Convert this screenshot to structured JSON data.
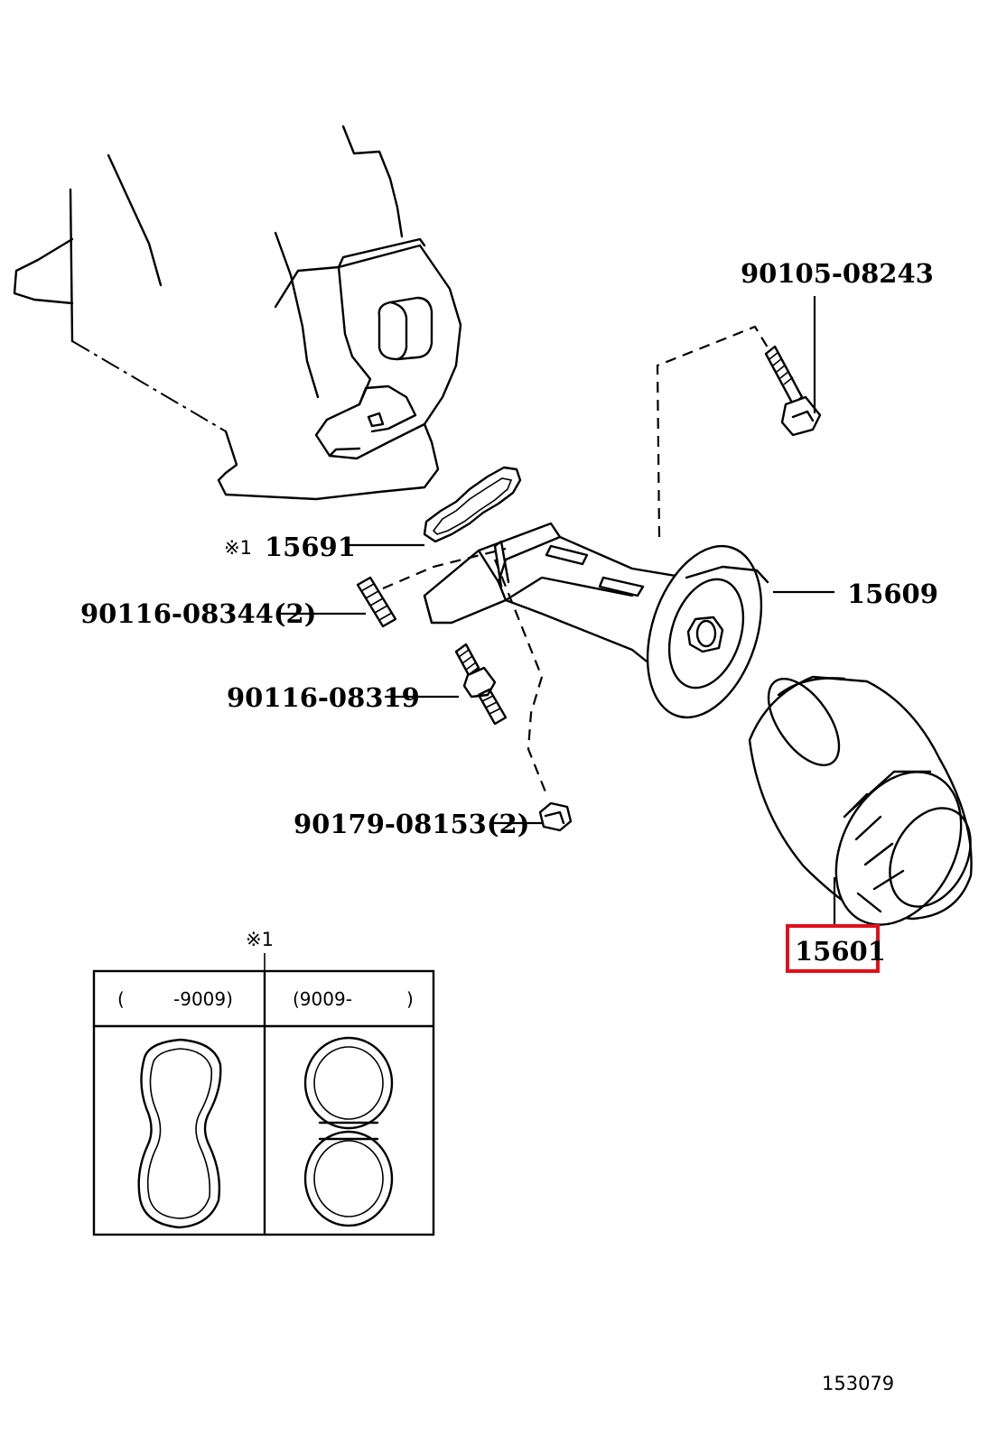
{
  "diagram": {
    "parts": [
      {
        "id": "90105-08243",
        "label": "90105-08243"
      },
      {
        "id": "15691",
        "prefix": "※1",
        "label": "15691"
      },
      {
        "id": "15609",
        "label": "15609"
      },
      {
        "id": "90116-08344",
        "label": "90116-08344(2)"
      },
      {
        "id": "90116-08319",
        "label": "90116-08319"
      },
      {
        "id": "90179-08153",
        "label": "90179-08153(2)"
      },
      {
        "id": "15601",
        "label": "15601",
        "highlighted": true
      }
    ],
    "highlight_color": "#e0101a",
    "inset": {
      "marker": "※1",
      "columns": [
        {
          "open": "(",
          "range": "-9009)",
          "close": ""
        },
        {
          "open": "",
          "range": "(9009-",
          "close": ")"
        }
      ]
    },
    "figure_number": "153079"
  }
}
